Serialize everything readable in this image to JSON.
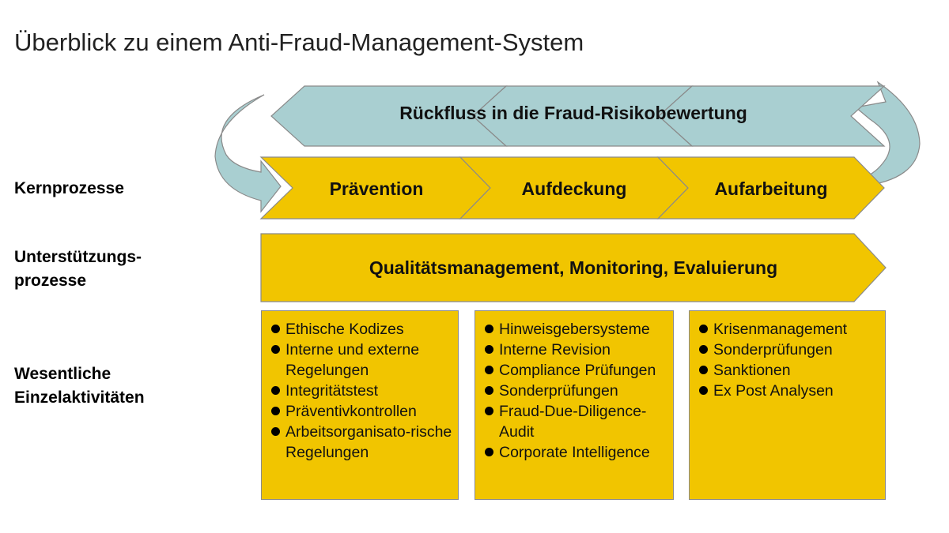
{
  "title": "Überblick zu einem Anti-Fraud-Management-System",
  "rows": {
    "kern": "Kernprozesse",
    "unterstuetzung_1": "Unterstützungs-",
    "unterstuetzung_2": "prozesse",
    "einzel_1": "Wesentliche",
    "einzel_2": "Einzelaktivitäten"
  },
  "feedback_label": "Rückfluss in die Fraud-Risikobewertung",
  "core_processes": [
    "Prävention",
    "Aufdeckung",
    "Aufarbeitung"
  ],
  "support_label": "Qualitätsmanagement, Monitoring, Evaluierung",
  "activities": [
    [
      "Ethische Kodizes",
      "Interne und externe Regelungen",
      "Integritätstest",
      "Präventivkontrollen",
      "Arbeitsorganisato-rische Regelungen"
    ],
    [
      "Hinweisgebersysteme",
      "Interne Revision",
      "Compliance Prüfungen",
      "Sonderprüfungen",
      "Fraud-Due-Diligence-Audit",
      "Corporate Intelligence"
    ],
    [
      "Krisenmanagement",
      "Sonderprüfungen",
      "Sanktionen",
      "Ex Post Analysen"
    ]
  ],
  "colors": {
    "yellow": "#f1c500",
    "teal": "#a9cfd1",
    "outline": "#8a8a8a"
  }
}
